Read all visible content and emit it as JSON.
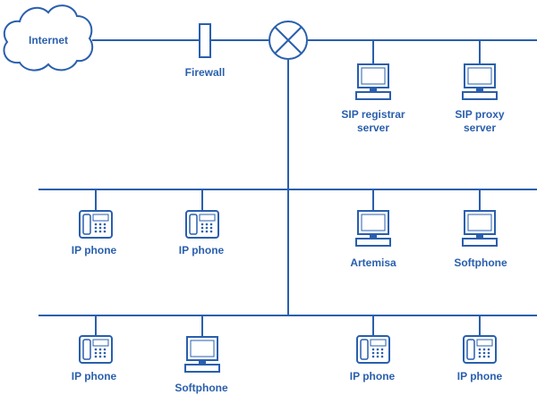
{
  "colors": {
    "line": "#2a5fad",
    "fill": "#ffffff",
    "screen": "#ffffff"
  },
  "nodes": {
    "internet": {
      "label": "Internet",
      "icon": "cloud-icon"
    },
    "firewall": {
      "label": "Firewall",
      "icon": "firewall-icon"
    },
    "router": {
      "icon": "router-icon"
    },
    "sip_registrar": {
      "label": "SIP registrar\nserver",
      "line1": "SIP registrar",
      "line2": "server",
      "icon": "computer-icon"
    },
    "sip_proxy": {
      "label": "SIP proxy\nserver",
      "line1": "SIP proxy",
      "line2": "server",
      "icon": "computer-icon"
    },
    "lan1": [
      {
        "label": "IP phone",
        "icon": "ip-phone-icon"
      },
      {
        "label": "IP phone",
        "icon": "ip-phone-icon"
      },
      {
        "label": "Artemisa",
        "icon": "computer-icon"
      },
      {
        "label": "Softphone",
        "icon": "computer-icon"
      }
    ],
    "lan2": [
      {
        "label": "IP phone",
        "icon": "ip-phone-icon"
      },
      {
        "label": "Softphone",
        "icon": "computer-icon"
      },
      {
        "label": "IP phone",
        "icon": "ip-phone-icon"
      },
      {
        "label": "IP phone",
        "icon": "ip-phone-icon"
      }
    ]
  }
}
